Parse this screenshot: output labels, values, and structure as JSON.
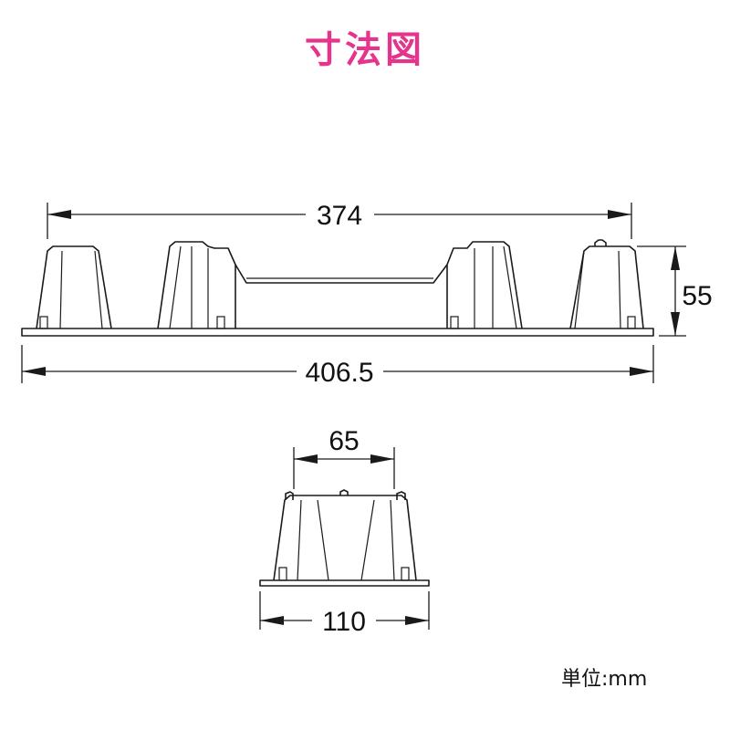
{
  "title": "寸法図",
  "title_color": "#e6338c",
  "line_color": "#1a1a1a",
  "unit_label": "単位:mm",
  "dimensions": {
    "top_inner_width": "374",
    "total_length": "406.5",
    "height": "55",
    "top_width_front": "65",
    "bottom_width_front": "110"
  }
}
